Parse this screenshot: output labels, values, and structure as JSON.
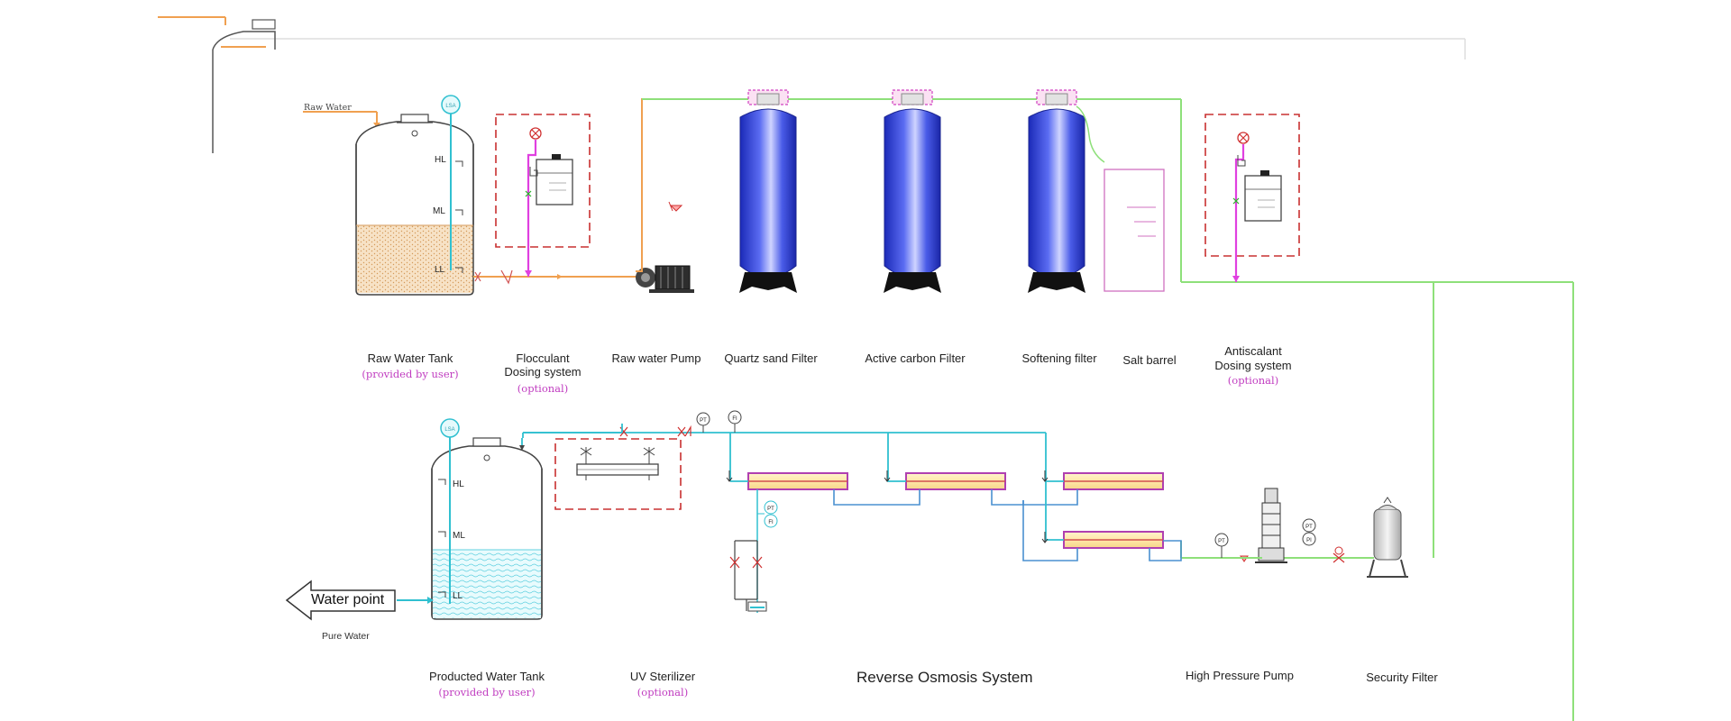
{
  "inputs": {
    "raw_water": "Raw Water"
  },
  "components_row1": [
    {
      "id": "raw-water-tank",
      "label": "Raw Water Tank",
      "note": "(provided by user)"
    },
    {
      "id": "flocculant-dosing",
      "label_lines": [
        "Flocculant",
        "Dosing system"
      ],
      "note": "(optional)"
    },
    {
      "id": "raw-water-pump",
      "label": "Raw water Pump"
    },
    {
      "id": "quartz-sand-filter",
      "label": "Quartz sand Filter"
    },
    {
      "id": "active-carbon-filter",
      "label": "Active carbon Filter"
    },
    {
      "id": "softening-filter",
      "label": "Softening filter"
    },
    {
      "id": "salt-barrel",
      "label": "Salt barrel"
    },
    {
      "id": "antiscalant-dosing",
      "label_lines": [
        "Antiscalant",
        "Dosing system"
      ],
      "note": "(optional)"
    }
  ],
  "components_row2": [
    {
      "id": "producted-water-tank",
      "label": "Producted Water Tank",
      "note": "(provided by user)"
    },
    {
      "id": "uv-sterilizer",
      "label": "UV Sterilizer",
      "note": "(optional)"
    },
    {
      "id": "ro-system",
      "label": "Reverse Osmosis System"
    },
    {
      "id": "high-pressure-pump",
      "label": "High Pressure Pump"
    },
    {
      "id": "security-filter",
      "label": "Security Filter"
    }
  ],
  "outlet": {
    "water_point": "Water point",
    "pure_water": "Pure Water"
  },
  "level_tags": {
    "high": "HL",
    "mid": "ML",
    "low": "LL"
  },
  "instrument_tags": {
    "pt": "PT",
    "pi": "PI",
    "fi": "FI"
  },
  "colors": {
    "raw_pipe": "#f0a050",
    "feed_pipe": "#8ee07a",
    "product_pipe": "#30c0d0",
    "concentrate_pipe": "#4a90d0",
    "dosing_line": "#e040e0",
    "vessel_blue": "#2b3fd8",
    "dashed_box": "#c83030",
    "note_text": "#c03cc0"
  }
}
